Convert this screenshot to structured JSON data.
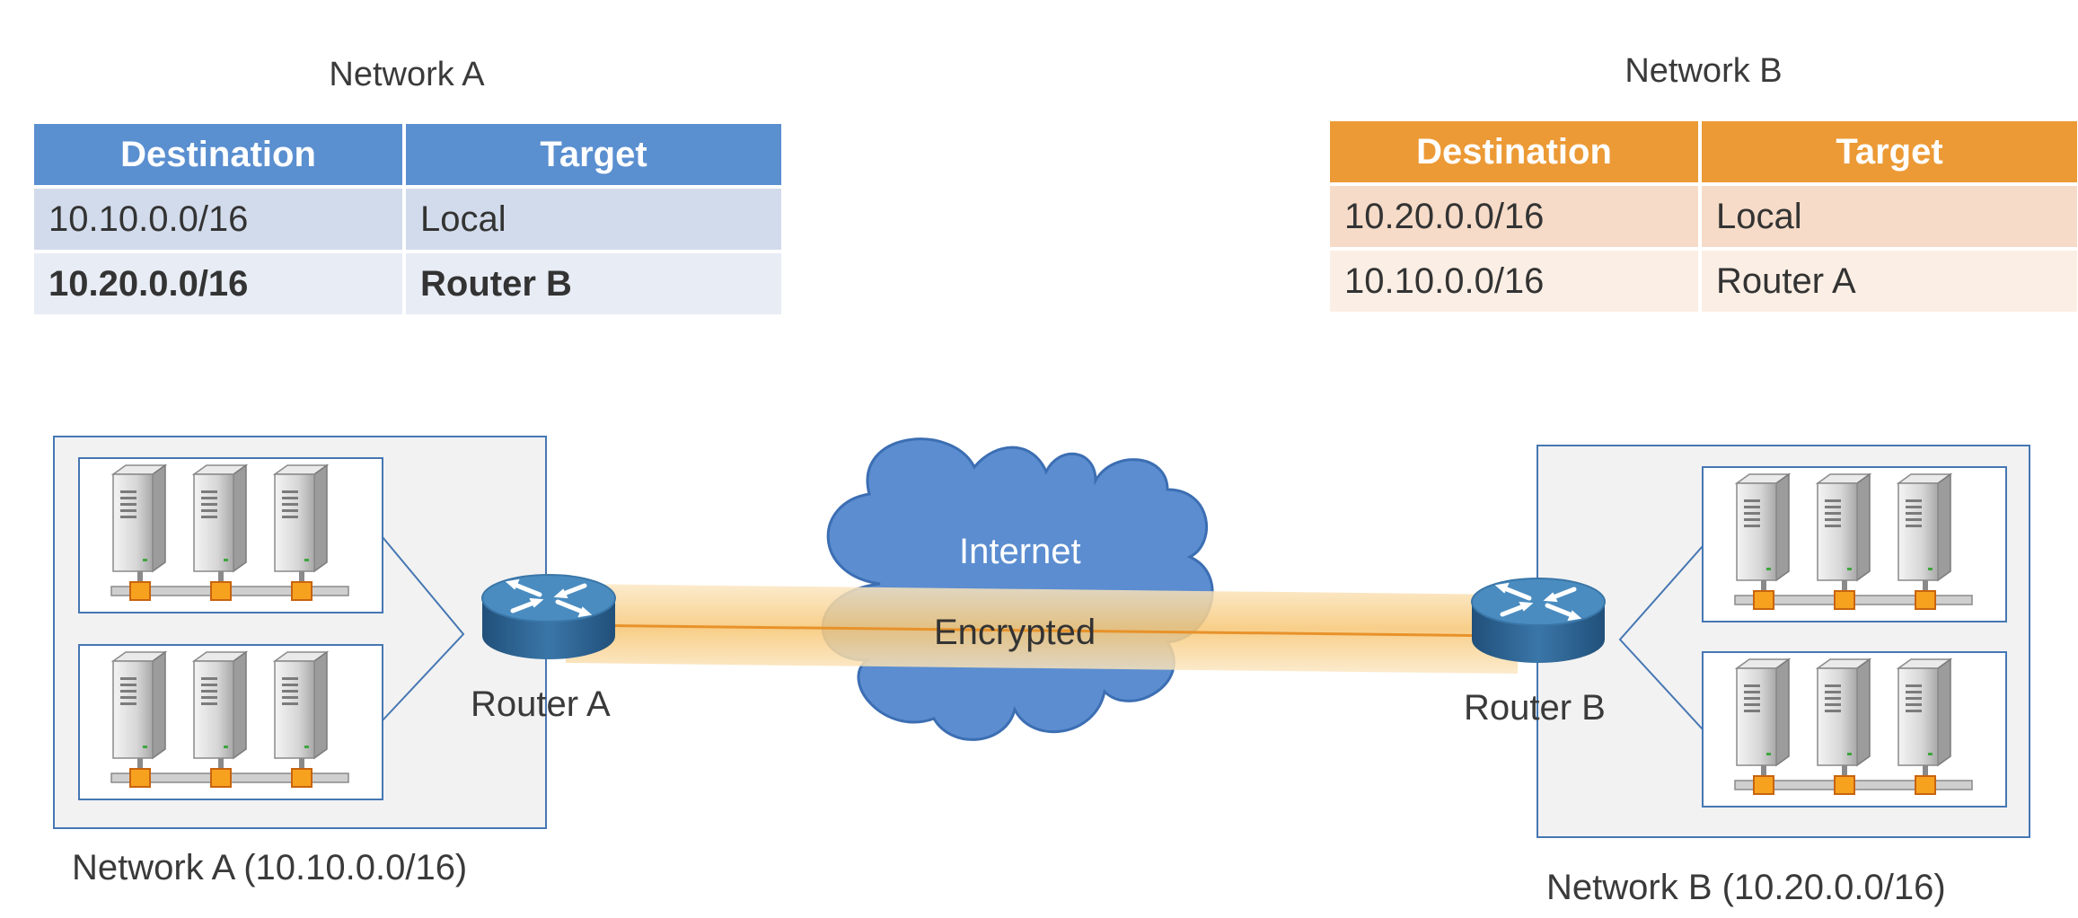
{
  "network_a_table": {
    "title": "Network A",
    "headers": [
      "Destination",
      "Target"
    ],
    "rows": [
      [
        "10.10.0.0/16",
        "Local"
      ],
      [
        "10.20.0.0/16",
        "Router B"
      ]
    ]
  },
  "network_b_table": {
    "title": "Network B",
    "headers": [
      "Destination",
      "Target"
    ],
    "rows": [
      [
        "10.20.0.0/16",
        "Local"
      ],
      [
        "10.10.0.0/16",
        "Router A"
      ]
    ]
  },
  "diagram": {
    "cloud_label": "Internet",
    "tunnel_label": "Encrypted",
    "router_a_label": "Router A",
    "router_b_label": "Router B",
    "network_a_label": "Network A (10.10.0.0/16)",
    "network_b_label": "Network B (10.20.0.0/16)"
  },
  "colors": {
    "table_a_header": "#5a8fd0",
    "table_b_header": "#ec9a36",
    "cloud": "#5b8dd0",
    "tunnel": "#f8d799",
    "router": "#3a76a8"
  }
}
